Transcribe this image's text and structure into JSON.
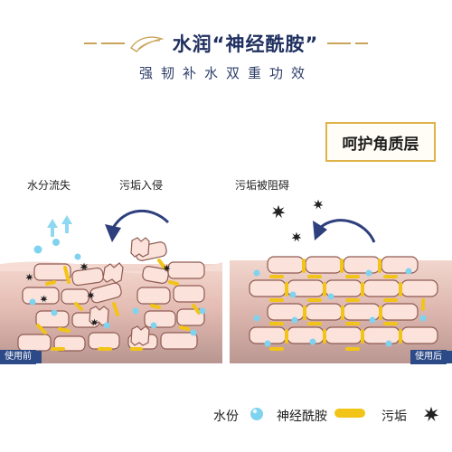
{
  "header": {
    "title": "水润“神经酰胺”",
    "subtitle": "强韧补水双重功效"
  },
  "badge": {
    "text": "呵护角质层"
  },
  "before_panel": {
    "label_water_loss": "水分流失",
    "label_dirt_invade": "污垢入侵",
    "tag": "使用前"
  },
  "after_panel": {
    "label_dirt_blocked": "污垢被阻碍",
    "tag": "使用后"
  },
  "legend": {
    "water": "水份",
    "ceramide": "神经酰胺",
    "dirt": "污垢"
  },
  "colors": {
    "navy": "#1f2f5f",
    "gold": "#e0b34a",
    "ceramide_yellow": "#f2c417",
    "water_blue": "#7fd3ef",
    "skin_pink": "#f6d5cc",
    "under_skin": "#c8a29d"
  },
  "icons": {
    "water": "water-droplet-icon",
    "ceramide": "ceramide-bar-icon",
    "dirt": "dirt-particle-icon",
    "arrow": "curved-arrow-icon"
  }
}
